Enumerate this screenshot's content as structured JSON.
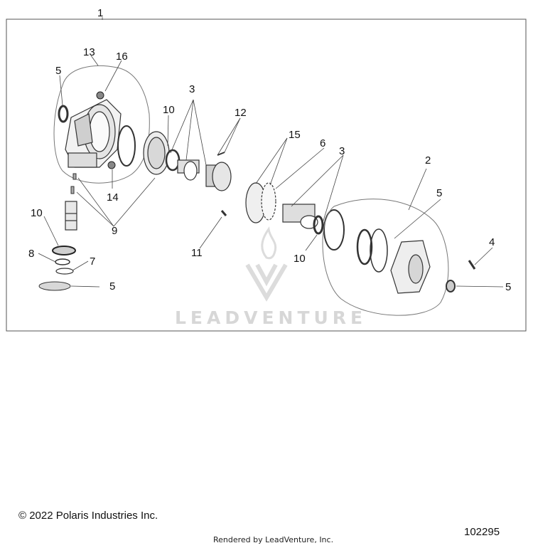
{
  "callouts": [
    "1",
    "2",
    "3",
    "3",
    "4",
    "5",
    "5",
    "5",
    "5",
    "6",
    "7",
    "8",
    "9",
    "10",
    "10",
    "10",
    "11",
    "12",
    "13",
    "14",
    "15",
    "16"
  ],
  "watermark": {
    "text": "LEADVENTURE"
  },
  "footer": {
    "copyright": "© 2022 Polaris Industries Inc.",
    "rendered_by": "Rendered by LeadVenture, Inc.",
    "part_number": "102295"
  }
}
